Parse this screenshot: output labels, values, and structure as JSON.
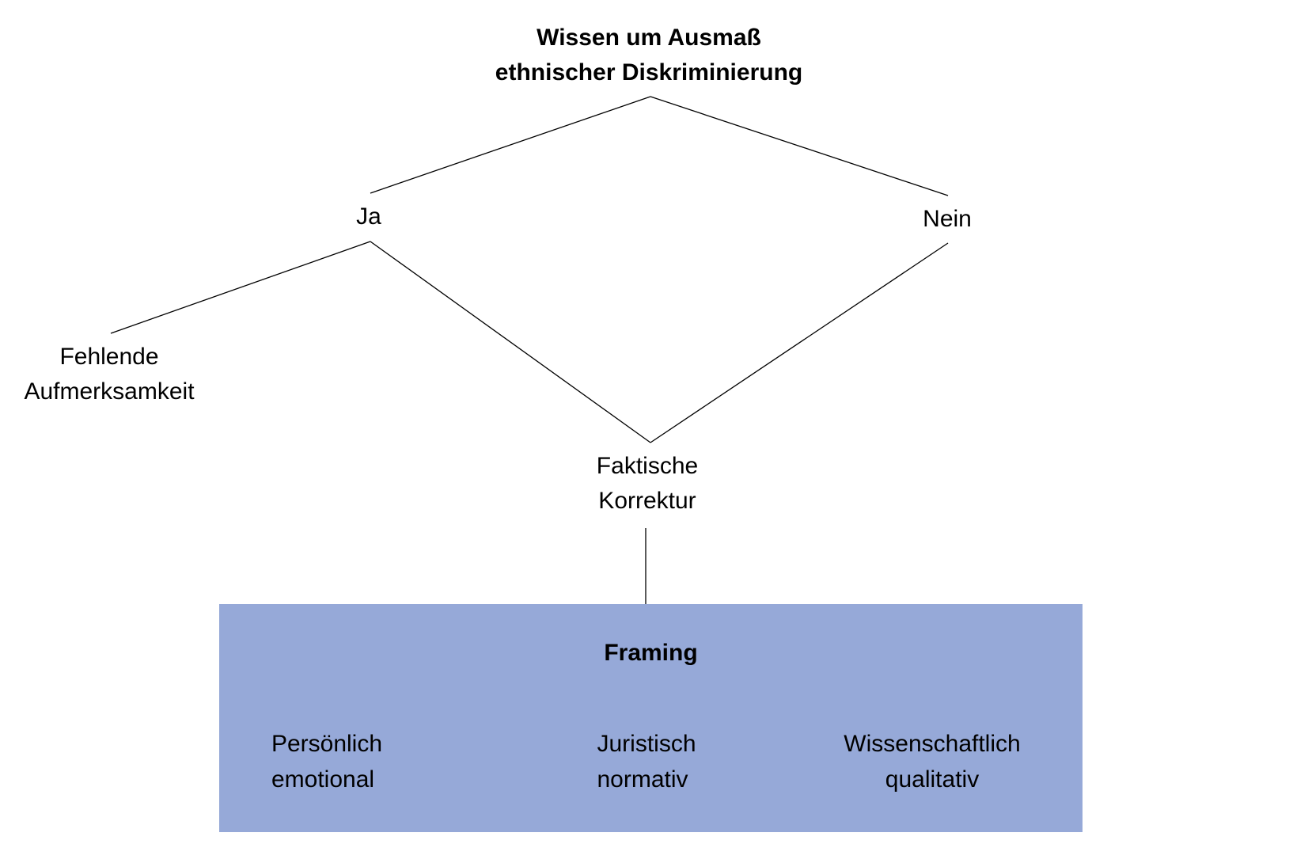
{
  "colors": {
    "box_fill": "#96a9d8",
    "line": "#000000",
    "text": "#000000"
  },
  "nodes": {
    "root": {
      "lines": [
        "Wissen um Ausmaß",
        "ethnischer Diskriminierung"
      ]
    },
    "ja": {
      "lines": [
        "Ja"
      ]
    },
    "nein": {
      "lines": [
        "Nein"
      ]
    },
    "fehlende": {
      "lines": [
        "Fehlende",
        "Aufmerksamkeit"
      ]
    },
    "faktische": {
      "lines": [
        "Faktische",
        "Korrektur"
      ]
    }
  },
  "framing": {
    "title": "Framing",
    "items": [
      {
        "lines": [
          "Persönlich",
          "emotional"
        ]
      },
      {
        "lines": [
          "Juristisch",
          "normativ"
        ]
      },
      {
        "lines": [
          "Wissenschaftlich",
          "qualitativ"
        ]
      }
    ]
  }
}
